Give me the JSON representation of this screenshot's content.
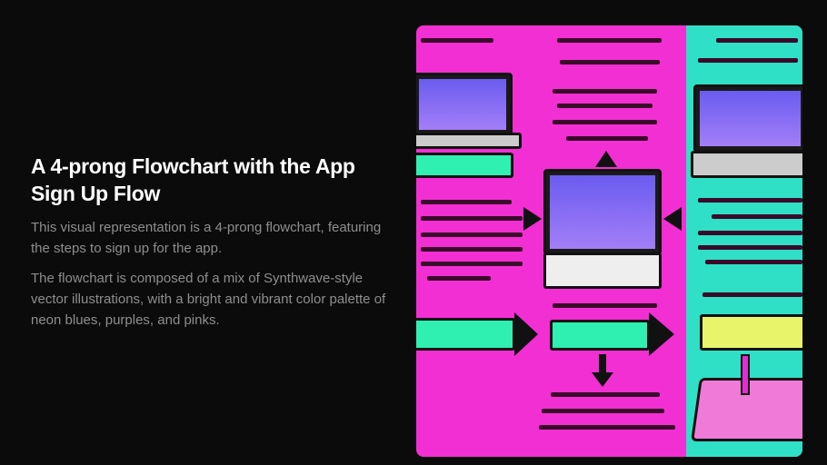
{
  "heading": "A 4-prong Flowchart with the App Sign Up Flow",
  "paragraphs": [
    "This visual representation is a 4-prong flowchart, featuring the steps to sign up for the app.",
    "The flowchart is composed of a mix of Synthwave-style vector illustrations, with a bright and vibrant color palette of neon blues, purples, and pinks."
  ],
  "illustration": {
    "colors": {
      "pink": "#f22fd2",
      "cyan": "#2fe0c6",
      "green": "#2ff0b0",
      "purple": "#8a6cf2"
    }
  }
}
